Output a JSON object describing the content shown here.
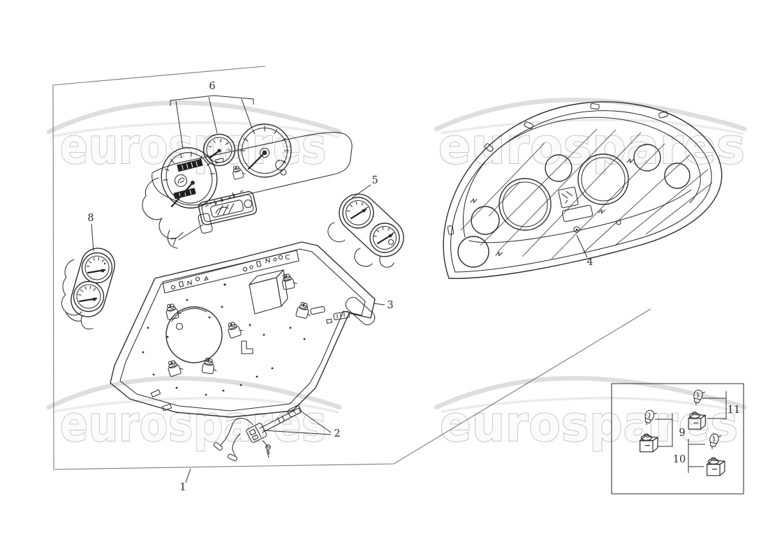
{
  "diagram": {
    "watermark_text": "eurospares",
    "colors": {
      "background": "#ffffff",
      "line_art": "#2e2e2e",
      "border_frame": "#7b7b7b",
      "watermark_stroke": "#c6c6c6",
      "watermark_fill": "#fbfbfb"
    },
    "parts": [
      {
        "number": "1"
      },
      {
        "number": "2"
      },
      {
        "number": "3"
      },
      {
        "number": "4"
      },
      {
        "number": "5"
      },
      {
        "number": "6"
      },
      {
        "number": "7"
      },
      {
        "number": "8"
      },
      {
        "number": "9"
      },
      {
        "number": "10"
      },
      {
        "number": "11"
      }
    ]
  }
}
